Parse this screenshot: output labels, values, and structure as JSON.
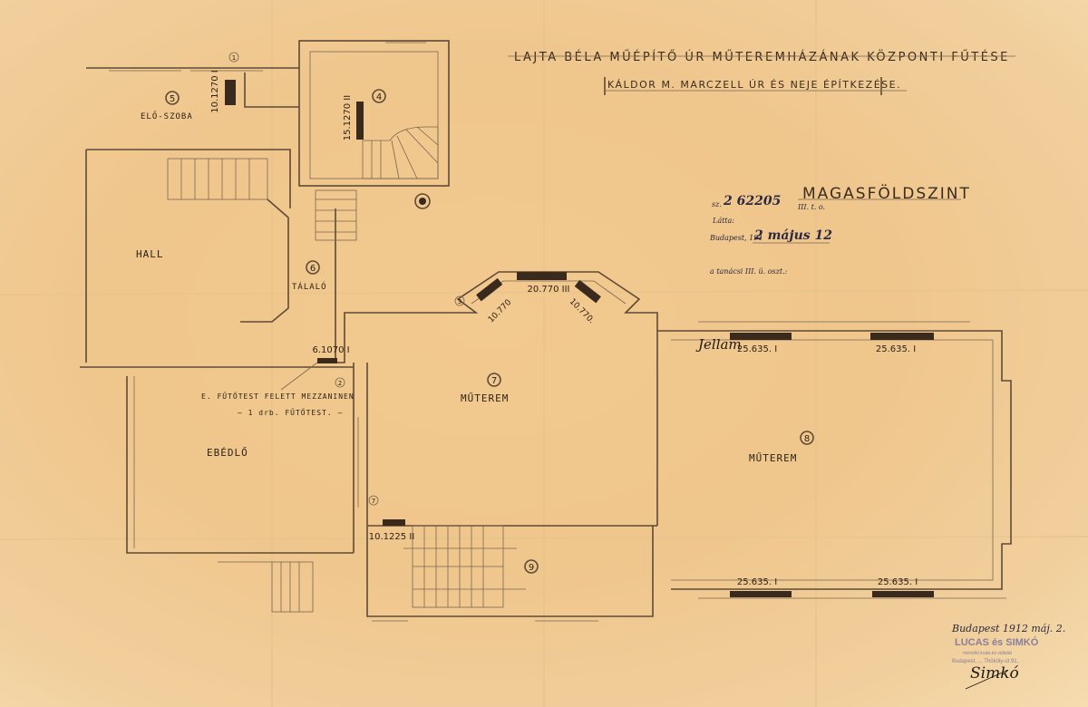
{
  "title": {
    "main": "LAJTA BÉLA MŰÉPÍTŐ ÚR MŰTEREMHÁZÁNAK KÖZPONTI FŰTÉSE",
    "sub": "KÁLDOR M. MARCZELL ÚR ÉS NEJE ÉPÍTKEZÉSE."
  },
  "level": "MAGASFÖLDSZINT",
  "approval": {
    "number_prefix": "sz.",
    "number": "2 62205",
    "number_suffix": "III. t. o.",
    "seen": "Látta:",
    "date_prefix": "Budapest, 191",
    "date": "2 május 12",
    "council": "a tanácsi III. ü. oszt.:"
  },
  "rooms": [
    {
      "number": "5",
      "name": "ELŐ-SZOBA"
    },
    {
      "number": "4",
      "name": ""
    },
    {
      "number": "6",
      "name": "TÁLALÓ"
    },
    {
      "number": "7",
      "name": "MŰTEREM"
    },
    {
      "number": "8",
      "name": "MŰTEREM"
    },
    {
      "number": "9",
      "name": ""
    },
    {
      "number": "",
      "name": "HALL"
    },
    {
      "number": "",
      "name": "EBÉDLŐ"
    }
  ],
  "radiators": [
    {
      "label": "10.1270 I"
    },
    {
      "label": "15.1270 II"
    },
    {
      "label": "6.1070 I"
    },
    {
      "label": "10.770"
    },
    {
      "label": "20.770 III"
    },
    {
      "label": "10.770."
    },
    {
      "label": "25.635. I"
    },
    {
      "label": "25.635. I"
    },
    {
      "label": "25.635. I"
    },
    {
      "label": "25.635. I"
    },
    {
      "label": "10.1225 II"
    }
  ],
  "notes": {
    "note1": "E. FŰTŐTEST FELETT MEZZANINEN",
    "note2": "— 1 drb. FŰTŐTEST. —",
    "markers": [
      "1",
      "2",
      "3",
      "7"
    ]
  },
  "signature_mid": "Jellam",
  "footer": {
    "date": "Budapest 1912 máj. 2.",
    "company": "LUCAS és SIMKÓ",
    "company_line": "mérnöki iroda és vállalat",
    "address": "Budapest, ... Thököly-út 91,",
    "signature": "Simkó"
  }
}
